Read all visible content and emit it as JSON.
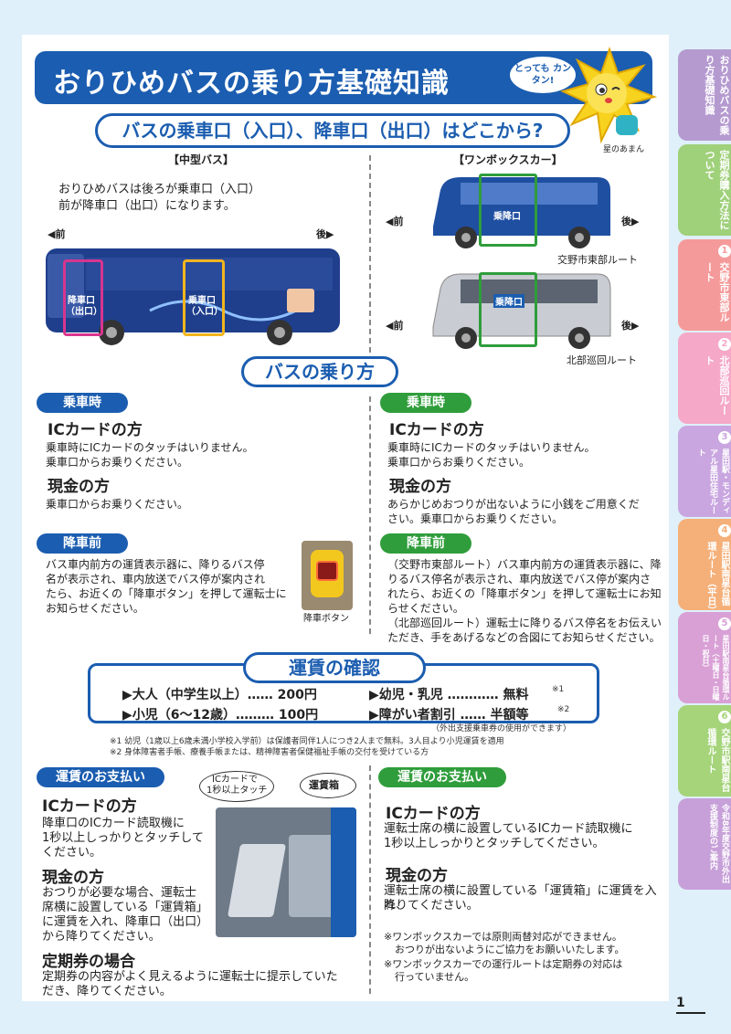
{
  "header": {
    "title": "おりひめバスの乗り方基礎知識",
    "bubble": "とっても カンタン!",
    "mascot_name": "星のあまん"
  },
  "stops": {
    "heading": "バスの乗車口（入口）、降車口（出口）はどこから?",
    "medium": {
      "label": "【中型バス】",
      "desc_1": "おりひめバスは後ろが乗車口（入口）",
      "desc_2": "前が降車口（出口）になります。",
      "front": "◀前",
      "back": "後▶",
      "exit_label_1": "降車口",
      "exit_label_2": "（出口）",
      "entry_label_1": "乗車口",
      "entry_label_2": "（入口）"
    },
    "onebox": {
      "label": "【ワンボックスカー】",
      "front": "◀前",
      "back": "後▶",
      "door_label": "乗降口",
      "route_1": "交野市東部ルート",
      "route_2": "北部巡回ルート"
    }
  },
  "ride": {
    "heading": "バスの乗り方",
    "left": {
      "boarding_tag": "乗車時",
      "ic_title": "ICカードの方",
      "ic_text_1": "乗車時にICカードのタッチはいりません。",
      "ic_text_2": "乗車口からお乗りください。",
      "cash_title": "現金の方",
      "cash_text": "乗車口からお乗りください。",
      "alight_tag": "降車前",
      "alight_text_1": "バス車内前方の運賃表示器に、降りるバス停",
      "alight_text_2": "名が表示され、車内放送でバス停が案内され",
      "alight_text_3": "たら、お近くの「降車ボタン」を押して運転士に",
      "alight_text_4": "お知らせください。",
      "button_caption": "降車ボタン"
    },
    "right": {
      "boarding_tag": "乗車時",
      "ic_title": "ICカードの方",
      "ic_text_1": "乗車時にICカードのタッチはいりません。",
      "ic_text_2": "乗車口からお乗りください。",
      "cash_title": "現金の方",
      "cash_text_1": "あらかじめおつりが出ないように小銭をご用意くだ",
      "cash_text_2": "さい。乗車口からお乗りください。",
      "alight_tag": "降車前",
      "alight_text_1": "（交野市東部ルート）バス車内前方の運賃表示器に、降",
      "alight_text_2": "りるバス停名が表示され、車内放送でバス停が案内さ",
      "alight_text_3": "れたら、お近くの「降車ボタン」を押して運転士にお知",
      "alight_text_4": "らせください。",
      "alight_text_5": "（北部巡回ルート）運転士に降りるバス停名をお伝えい",
      "alight_text_6": "ただき、手をあげるなどの合図にてお知らせください。"
    }
  },
  "fare": {
    "heading": "運賃の確認",
    "adult": "▶大人（中学生以上）…… 200円",
    "child": "▶小児（6～12歳）……… 100円",
    "infant": "▶幼児・乳児 ………… 無料",
    "infant_mark": "※1",
    "disabled": "▶障がい者割引 …… 半額等",
    "disabled_mark": "※2",
    "ticket_note": "（外出支援乗車券の使用ができます）",
    "note_1": "※1 幼児（1歳以上6歳未満小学校入学前）は保護者同伴1人につき2人まで無料。3人目より小児運賃を適用",
    "note_2": "※2 身体障害者手帳、療養手帳または、精神障害者保健福祉手帳の交付を受けている方"
  },
  "payment": {
    "left": {
      "tag": "運賃のお支払い",
      "ic_title": "ICカードの方",
      "ic_text_1": "降車口のICカード読取機に",
      "ic_text_2": "1秒以上しっかりとタッチして",
      "ic_text_3": "ください。",
      "cash_title": "現金の方",
      "cash_text_1": "おつりが必要な場合、運転士",
      "cash_text_2": "席横に設置している「運賃箱」",
      "cash_text_3": "に運賃を入れ、降車口（出口）",
      "cash_text_4": "から降りてください。",
      "pass_title": "定期券の場合",
      "pass_text_1": "定期券の内容がよく見えるように運転士に提示していた",
      "pass_text_2": "だき、降りてください。",
      "callout_ic_1": "ICカードで",
      "callout_ic_2": "1秒以上タッチ",
      "callout_box": "運賃箱"
    },
    "right": {
      "tag": "運賃のお支払い",
      "ic_title": "ICカードの方",
      "ic_text_1": "運転士席の横に設置しているICカード読取機に",
      "ic_text_2": "1秒以上しっかりとタッチしてください。",
      "cash_title": "現金の方",
      "cash_text_1": "運転士席の横に設置している「運賃箱」に運賃を入れ、",
      "cash_text_2": "降りてください。",
      "note_1a": "※ワンボックスカーでは原則両替対応ができません。",
      "note_1b": "おつりが出ないようにご協力をお願いいたします。",
      "note_2a": "※ワンボックスカーでの運行ルートは定期券の対応は",
      "note_2b": "行っていません。"
    }
  },
  "sidebar": {
    "items": [
      {
        "num": "",
        "label": "おりひめバスの乗り方基礎知識",
        "color": "#b59ad0"
      },
      {
        "num": "",
        "label": "定期券購入方法について",
        "color": "#9fd07a"
      },
      {
        "num": "1",
        "label": "交野市東部ルート",
        "color": "#f59a9a"
      },
      {
        "num": "2",
        "label": "北部巡回ルート",
        "color": "#f5a8c8"
      },
      {
        "num": "3",
        "label": "星田駅・モンディアル星田住宅ルート",
        "color": "#c9a6e0"
      },
      {
        "num": "4",
        "label": "星田駅南星台循環ルート（平日）",
        "color": "#f5b07a"
      },
      {
        "num": "5",
        "label": "星田駅南星台循環ルート（土曜日・日曜日・祝日）",
        "color": "#d9a0d6"
      },
      {
        "num": "6",
        "label": "交野市駅南星台循環ルート",
        "color": "#a5d47a"
      },
      {
        "num": "",
        "label": "令和8年度交野市外出支援制度のご案内",
        "color": "#c7a0d9"
      }
    ]
  },
  "page_number": "1"
}
